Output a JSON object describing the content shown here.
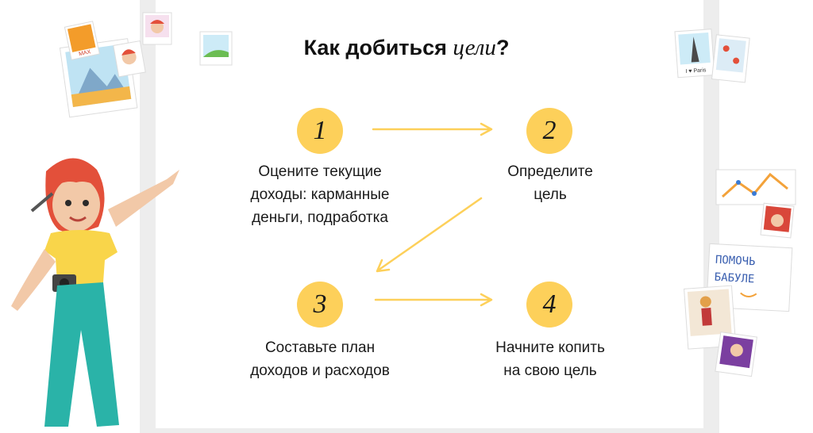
{
  "title": {
    "prefix": "Как добиться ",
    "accent": "цели",
    "suffix": "?"
  },
  "steps": [
    {
      "number": "1",
      "text": "Оцените текущие\nдоходы: карманные\nденьги, подработка"
    },
    {
      "number": "2",
      "text": "Определите\nцель"
    },
    {
      "number": "3",
      "text": "Составьте план\nдоходов и расходов"
    },
    {
      "number": "4",
      "text": "Начните копить\nна свою цель"
    }
  ],
  "decor": {
    "photo_paris_caption": "I ♥ Paris",
    "note_lines": [
      "ПОМОЧЬ",
      "БАБУЛЕ"
    ],
    "photo_max_caption": "MAX"
  },
  "colors": {
    "accent": "#fdd05a",
    "arrow": "#fdd05a",
    "frame": "#ededed"
  }
}
